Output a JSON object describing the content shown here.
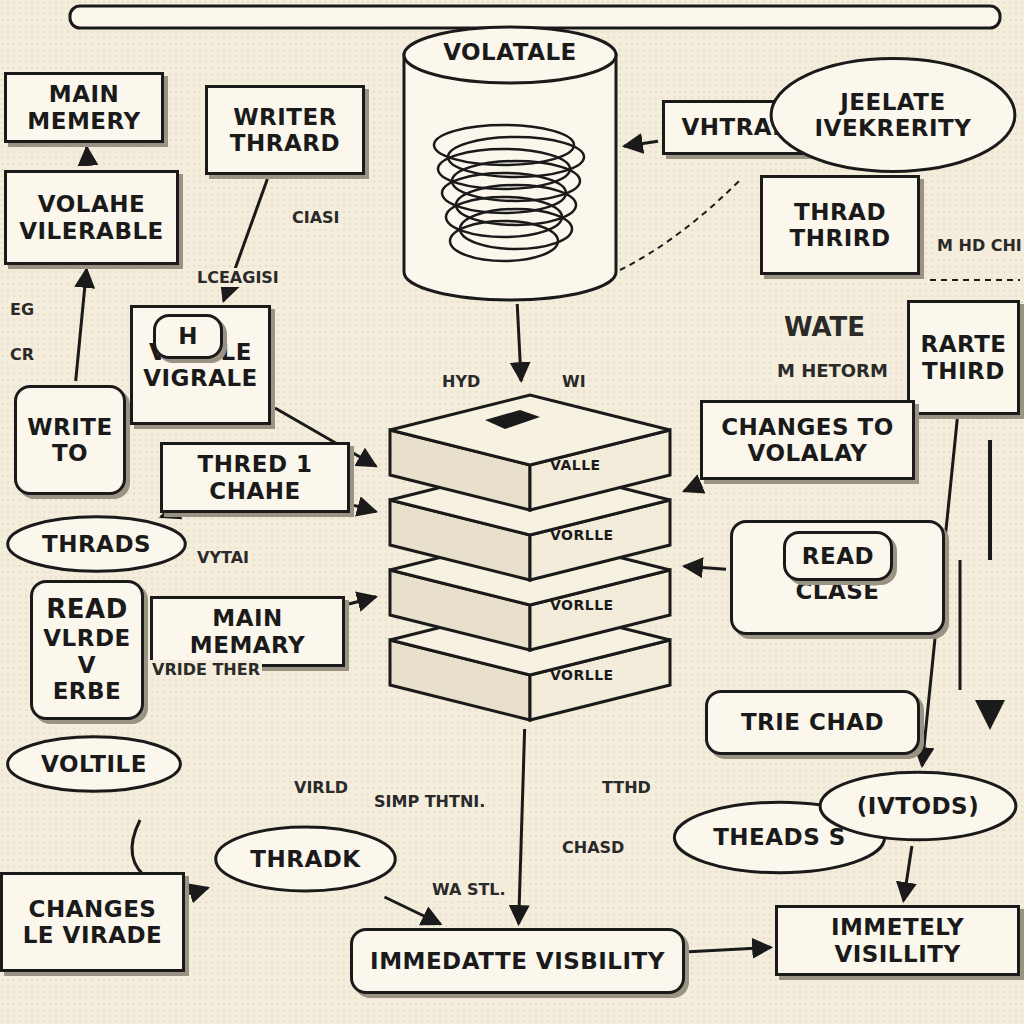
{
  "diagram": {
    "nodes": [
      {
        "text": [
          "MAIN MEMERY"
        ]
      },
      {
        "text": [
          "WRITER THRARD"
        ]
      },
      {
        "text": [
          "VOLATALE"
        ]
      },
      {
        "text": [
          "VHTRADED"
        ]
      },
      {
        "text": [
          "JEELATE IVEKRERITY"
        ]
      },
      {
        "text": [
          "VOLAHE VILERABLE"
        ]
      },
      {
        "text": [
          "THRAD THRIRD"
        ]
      },
      {
        "text": [
          "VOLALE VIGRALE"
        ]
      },
      {
        "text": [
          "H"
        ],
        "in": 7
      },
      {
        "text": [
          "RARTE THIRD"
        ]
      },
      {
        "text": [
          "VALLE",
          "VORLLE",
          "VORLLE",
          "VORLLE"
        ]
      },
      {
        "text": [
          "WRITE TO"
        ]
      },
      {
        "text": [
          "THRED 1 CHAHE"
        ]
      },
      {
        "text": [
          "CHANGES TO VOLALAY"
        ]
      },
      {
        "text": [
          "THRADS"
        ]
      },
      {
        "text": [
          "VORALE CLASE"
        ]
      },
      {
        "text": [
          "READ"
        ],
        "in": 15
      },
      {
        "text": [
          "READ",
          "VLRDE V ERBE"
        ]
      },
      {
        "text": [
          "MAIN MEMARY"
        ]
      },
      {
        "text": [
          "VOLTILE"
        ]
      },
      {
        "text": [
          "TRIE CHAD"
        ]
      },
      {
        "text": [
          "THEADS S"
        ]
      },
      {
        "text": [
          "THRADK"
        ]
      },
      {
        "text": [
          "(IVTODS)"
        ]
      },
      {
        "text": [
          "CHANGES LE VIRADE"
        ]
      },
      {
        "text": [
          "IMMEDATTE VISBILITY"
        ]
      },
      {
        "text": [
          "IMMETELY VISILLITY"
        ]
      }
    ],
    "edges": [
      {
        "from": 5,
        "to": 0,
        "arrow": "to"
      },
      {
        "from": 2,
        "to": 10,
        "arrow": "to"
      },
      {
        "from": 3,
        "to": 2,
        "arrow": "to"
      },
      {
        "from": 1,
        "to": 7,
        "arrow": "to"
      },
      {
        "from": 7,
        "to": 10,
        "arrow": "to"
      },
      {
        "from": 12,
        "to": 10,
        "arrow": "to"
      },
      {
        "from": 14,
        "to": 12,
        "arrow": "to"
      },
      {
        "from": 13,
        "to": 10,
        "arrow": "to"
      },
      {
        "from": 15,
        "to": 10,
        "arrow": "to"
      },
      {
        "from": 18,
        "to": 10,
        "arrow": "to"
      },
      {
        "from": 11,
        "to": 5,
        "arrow": "to"
      },
      {
        "from": 10,
        "to": 25,
        "arrow": "to"
      },
      {
        "from": 22,
        "to": 25,
        "arrow": "to"
      },
      {
        "from": 25,
        "to": 26,
        "arrow": "to"
      },
      {
        "from": 9,
        "to": 23,
        "arrow": "to"
      },
      {
        "from": 23,
        "to": 26,
        "arrow": "to"
      },
      {
        "from": 24,
        "to": 22,
        "arrow": "to"
      }
    ],
    "labels": [
      "CIASI",
      "LCEAGISI",
      "HYD",
      "WI",
      "WATE",
      "M HETORM",
      "M HD CHI",
      "EG",
      "CR",
      "VYTAI",
      "VRIDE THER",
      "VIRLD",
      "SIMP THTNI.",
      "TTHD",
      "CHASD",
      "WA STL."
    ]
  }
}
